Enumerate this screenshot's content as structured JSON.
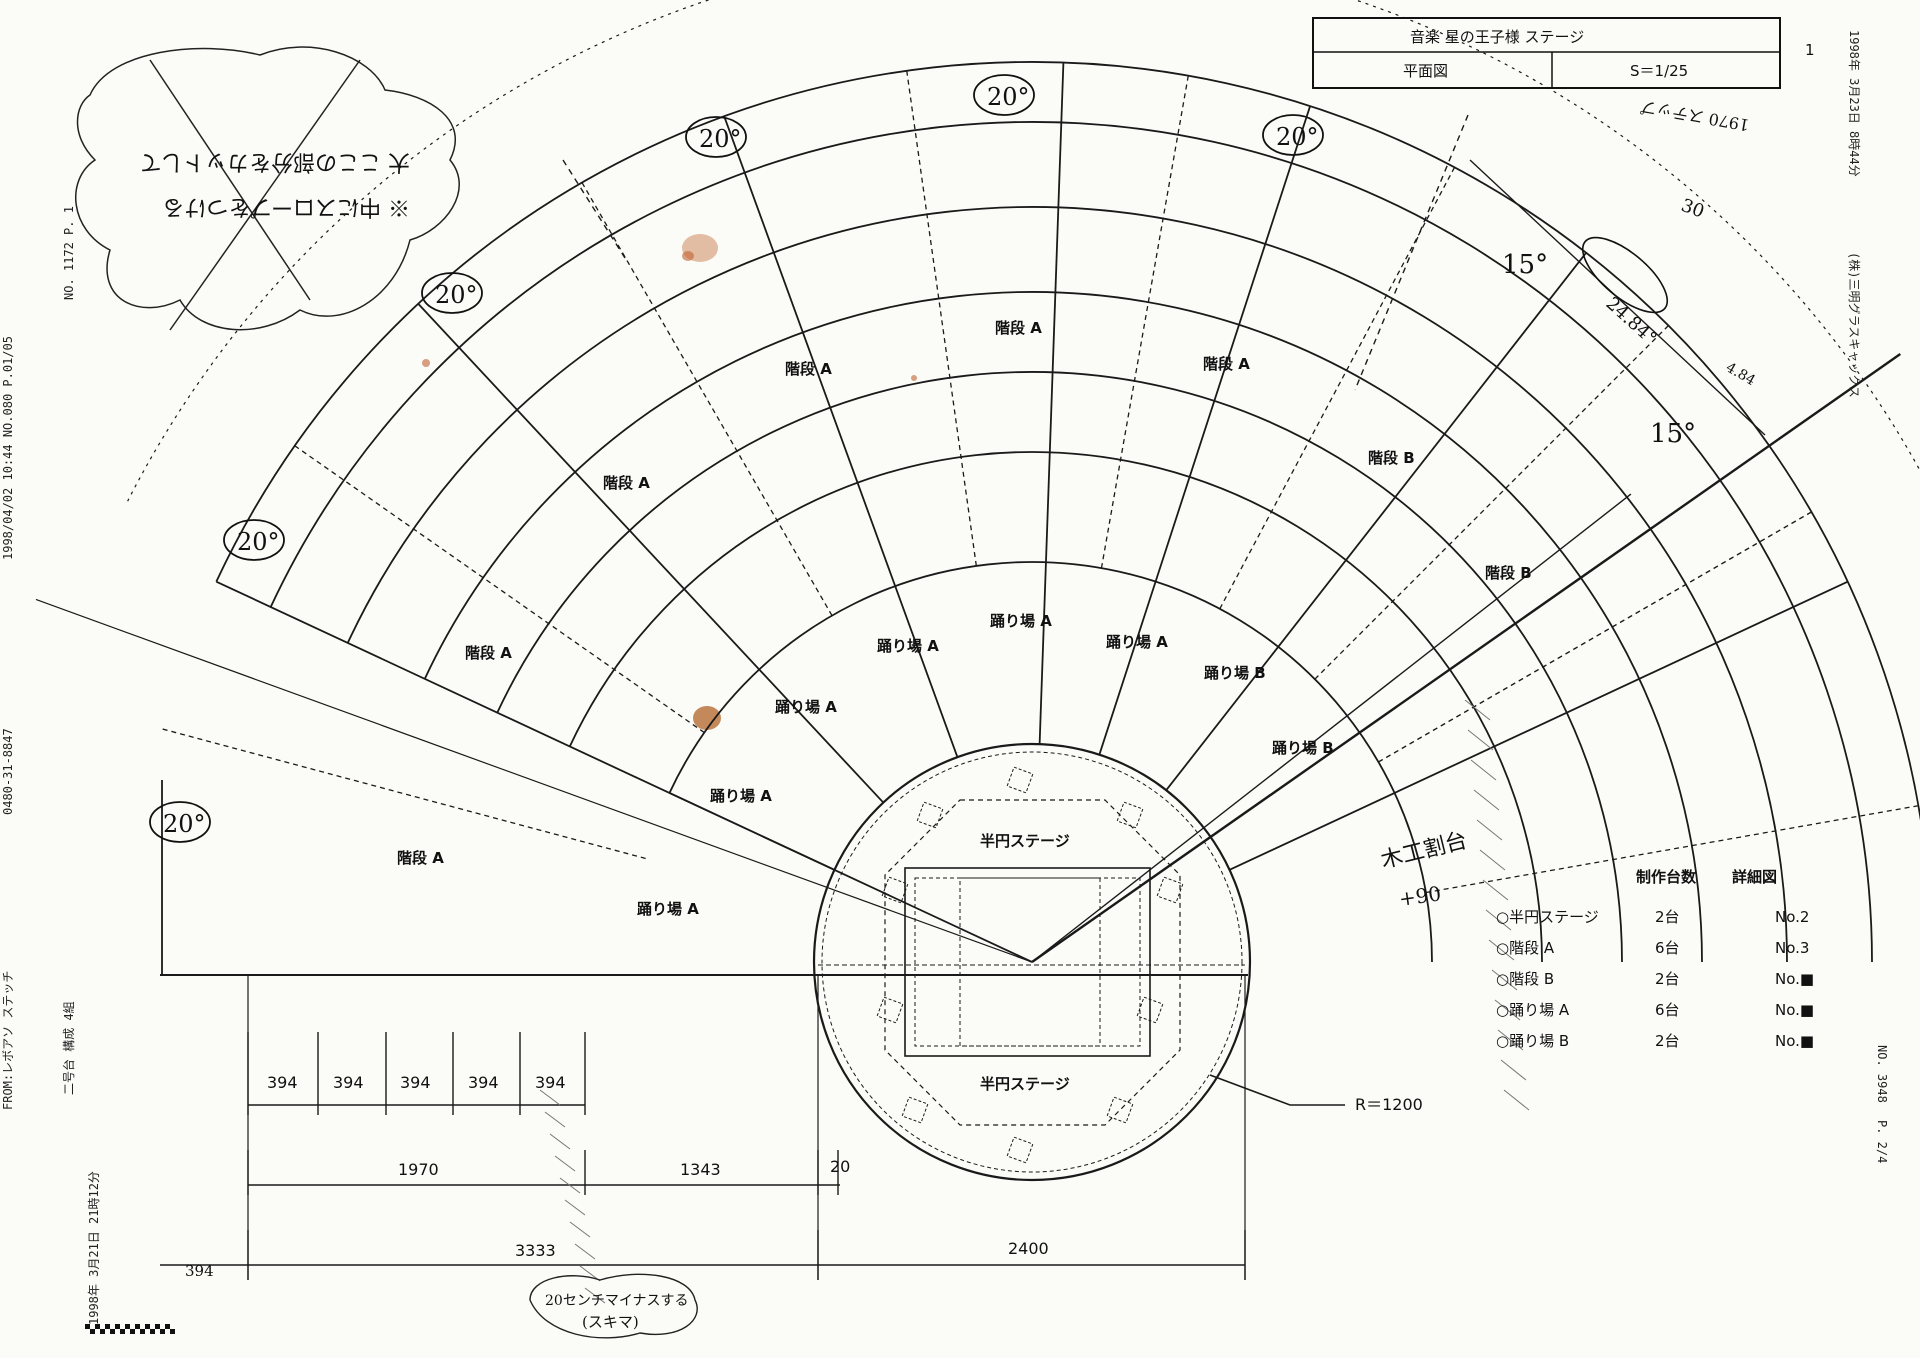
{
  "title_block": {
    "title": "音楽 星の王子様 ステージ",
    "sheet_no": "1",
    "view": "平面図",
    "scale": "S＝1/25"
  },
  "margin_right": {
    "date": "1998年 3月23日 8時44分",
    "company": "(株)三明グラスキャックス",
    "fax_no": "NO. 3948",
    "page": "P. 2/4"
  },
  "margin_left": {
    "fax_line": "1998/04/02 10:44 NO.080 P.01/05",
    "no": "NO. 1172 P. 1",
    "from": "FROM:レボアソ ステッチ",
    "tel": "0480-31-8847",
    "date_stamp": "1998年 3月21日 21時12分",
    "note_vertical": "二号台 構成 4組"
  },
  "angles": {
    "a20": "20°",
    "a15": "15°"
  },
  "segment_labels": {
    "kaidan_a": "階段 A",
    "kaidan_b": "階段 B",
    "odoriba_a": "踊り場 A",
    "odoriba_b": "踊り場 B",
    "hanen": "半円ステージ"
  },
  "legend": {
    "header_count": "制作台数",
    "header_detail": "詳細図",
    "rows": [
      {
        "item": "○半円ステージ",
        "count": "2台",
        "detail": "No.2"
      },
      {
        "item": "○階段 A",
        "count": "6台",
        "detail": "No.3"
      },
      {
        "item": "○階段 B",
        "count": "2台",
        "detail": "No.■"
      },
      {
        "item": "○踊り場 A",
        "count": "6台",
        "detail": "No.■"
      },
      {
        "item": "○踊り場 B",
        "count": "2台",
        "detail": "No.■"
      }
    ]
  },
  "dimensions": {
    "step": "394",
    "d1970": "1970",
    "d1343": "1343",
    "d20": "20",
    "d3333": "3333",
    "d2400": "2400",
    "d394_left": "394",
    "radius": "R＝1200",
    "arc_len": "24.84°",
    "arc_small": "4.84"
  },
  "handwritten": {
    "kizami": "木工割台",
    "plus90": "+90",
    "minus_note": "20センチマイナスする",
    "sukima": "(スキマ)",
    "crossed_line1": "大 ここの部分をカットして",
    "crossed_line2": "※ 中にスロープをつける",
    "top_note": "30",
    "right_note": "1970 ステップ"
  },
  "colors": {
    "line": "#1a1a1a",
    "stain": "#c2743c",
    "paper": "#fbfbf8"
  }
}
